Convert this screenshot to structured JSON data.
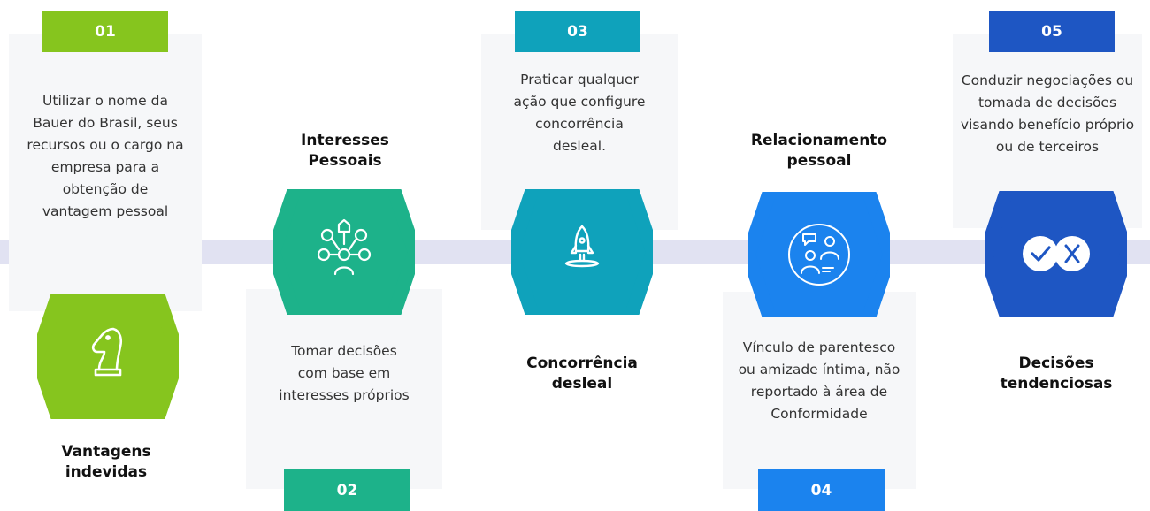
{
  "steps": [
    {
      "number": "01",
      "color": "#86c51e",
      "title": "Vantagens indevidas",
      "description": "Utilizar o nome da Bauer do Brasil, seus recursos ou o cargo na empresa para a obtenção de vantagem pessoal",
      "icon": "chess-knight-icon"
    },
    {
      "number": "02",
      "color": "#1db28a",
      "title": "Interesses Pessoais",
      "description": "Tomar decisões com base em interesses próprios",
      "icon": "personal-interests-icon"
    },
    {
      "number": "03",
      "color": "#0fa2bb",
      "title": "Concorrência desleal",
      "description": "Praticar qualquer ação que configure concorrência desleal.",
      "icon": "rocket-icon"
    },
    {
      "number": "04",
      "color": "#1b83ee",
      "title": "Relacionamento pessoal",
      "description": "Vínculo de parentesco ou amizade íntima, não reportado à área de Conformidade",
      "icon": "people-talking-icon"
    },
    {
      "number": "05",
      "color": "#1e56c3",
      "title": "Decisões tendenciosas",
      "description": "Conduzir negociações ou tomada de decisões visando benefício próprio ou de terceiros",
      "icon": "check-and-cross-icon"
    }
  ]
}
